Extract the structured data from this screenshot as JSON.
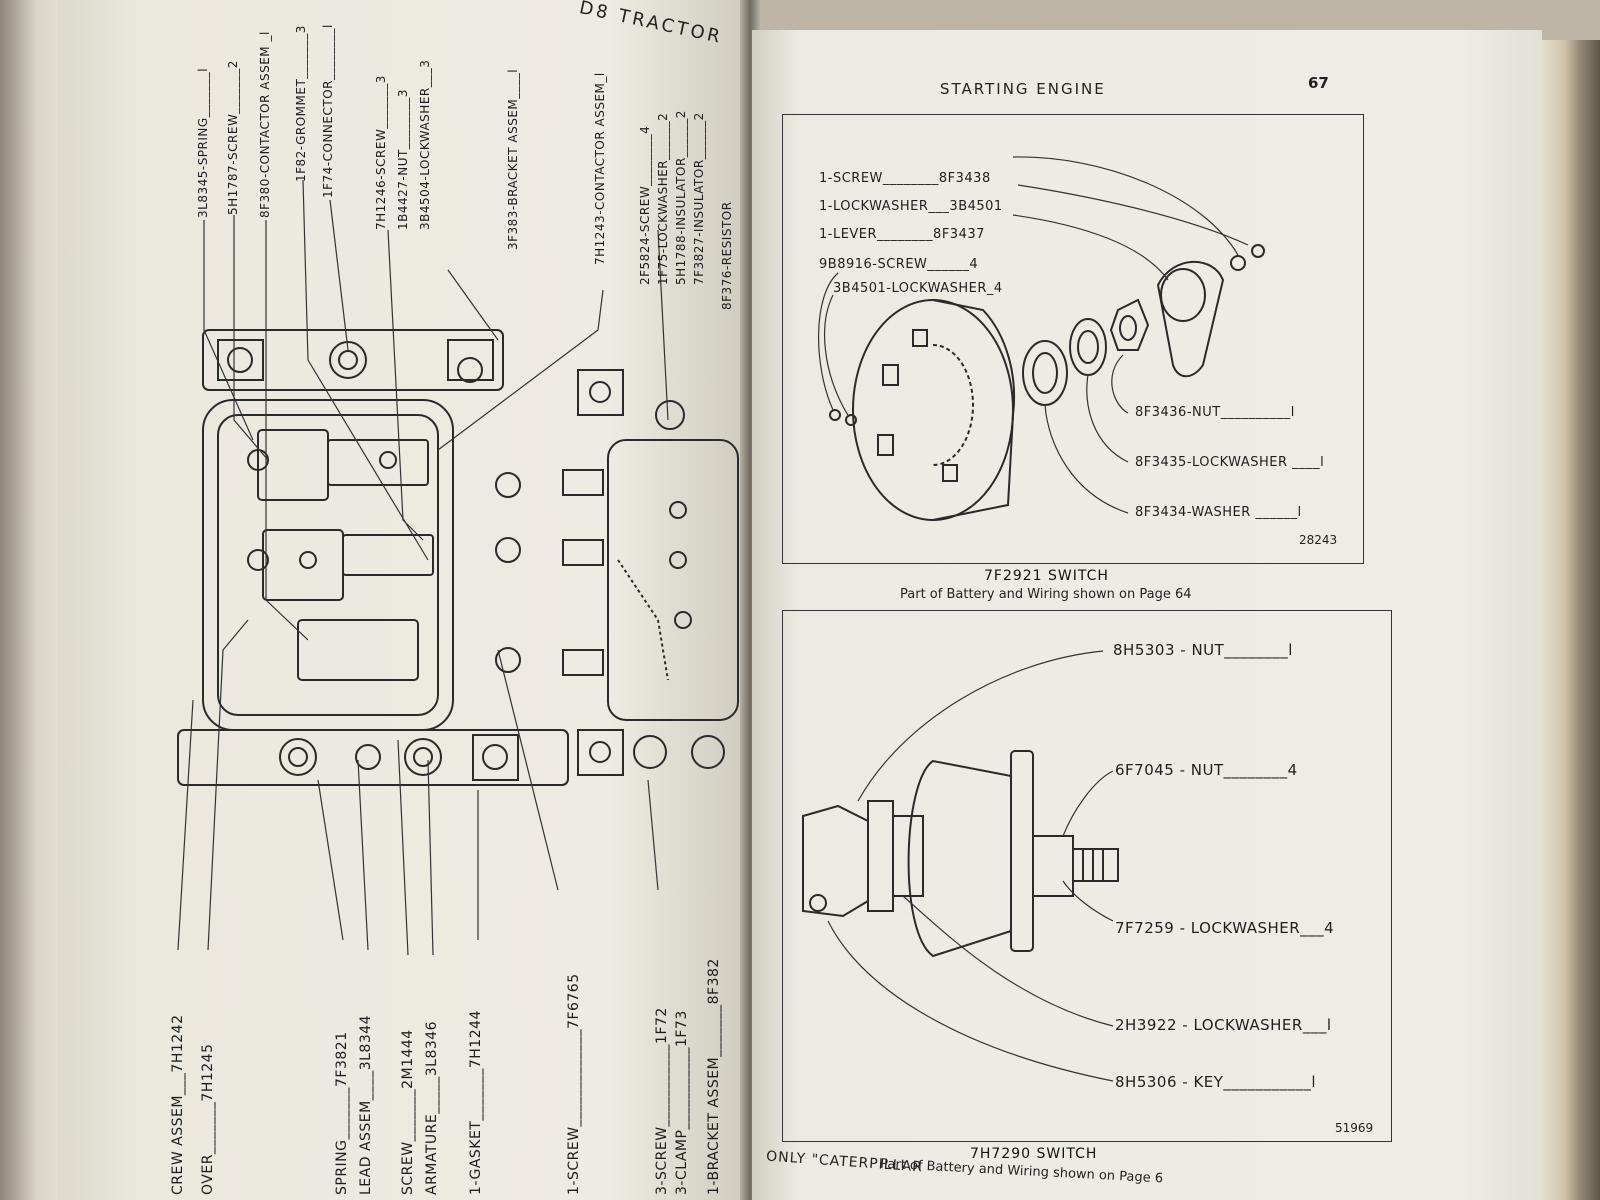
{
  "left_page": {
    "title": "D8 TRACTOR",
    "top_labels": [
      "3L8345-SPRING_______l",
      "5H1787-SCREW_______2",
      "8F380-CONTACTOR ASSEM _l",
      "1F82-GROMMET_______3",
      "1F74-CONNECTOR________l",
      "7H1246-SCREW_______3",
      "1B4427-NUT________3",
      "3B4504-LOCKWASHER___3",
      "3F383-BRACKET ASSEM____l",
      "7H1243-CONTACTOR ASSEM_l",
      "2F5824-SCREW________4",
      "1F75-LOCKWASHER______2",
      "5H1788-INSULATOR______2",
      "7F3827-INSULATOR______2",
      "8F376-RESISTOR"
    ],
    "bottom_labels": [
      "CREW ASSEM___7H1242",
      "OVER_______7H1245",
      "SPRING_______7F3821",
      "LEAD ASSEM____3L8344",
      "SCREW_______2M1444",
      "ARMATURE_____3L8346",
      "1-GASKET_______7H1244",
      "1-SCREW_____________7F6765",
      "3-SCREW___________1F72",
      "3-CLAMP___________1F73",
      "1-BRACKET ASSEM_______8F382"
    ]
  },
  "right_page": {
    "header": "STARTING ENGINE",
    "page_number": "67",
    "figure1": {
      "labels": [
        "1-SCREW________8F3438",
        "1-LOCKWASHER___3B4501",
        "1-LEVER________8F3437",
        "9B8916-SCREW______4",
        "3B4501-LOCKWASHER_4",
        "8F3436-NUT__________l",
        "8F3435-LOCKWASHER ____l",
        "8F3434-WASHER ______l"
      ],
      "figure_number": "28243",
      "caption_title": "7F2921 SWITCH",
      "caption_sub": "Part of Battery and Wiring shown on Page 64"
    },
    "figure2": {
      "labels": [
        "8H5303 - NUT________l",
        "6F7045 - NUT________4",
        "7F7259 - LOCKWASHER___4",
        "2H3922 - LOCKWASHER___l",
        "8H5306 - KEY___________l"
      ],
      "figure_number": "51969",
      "caption_title": "7H7290 SWITCH",
      "caption_sub": "Part of Battery and Wiring shown on Page 6"
    },
    "footer": "ONLY \"CATERPILLAR"
  }
}
